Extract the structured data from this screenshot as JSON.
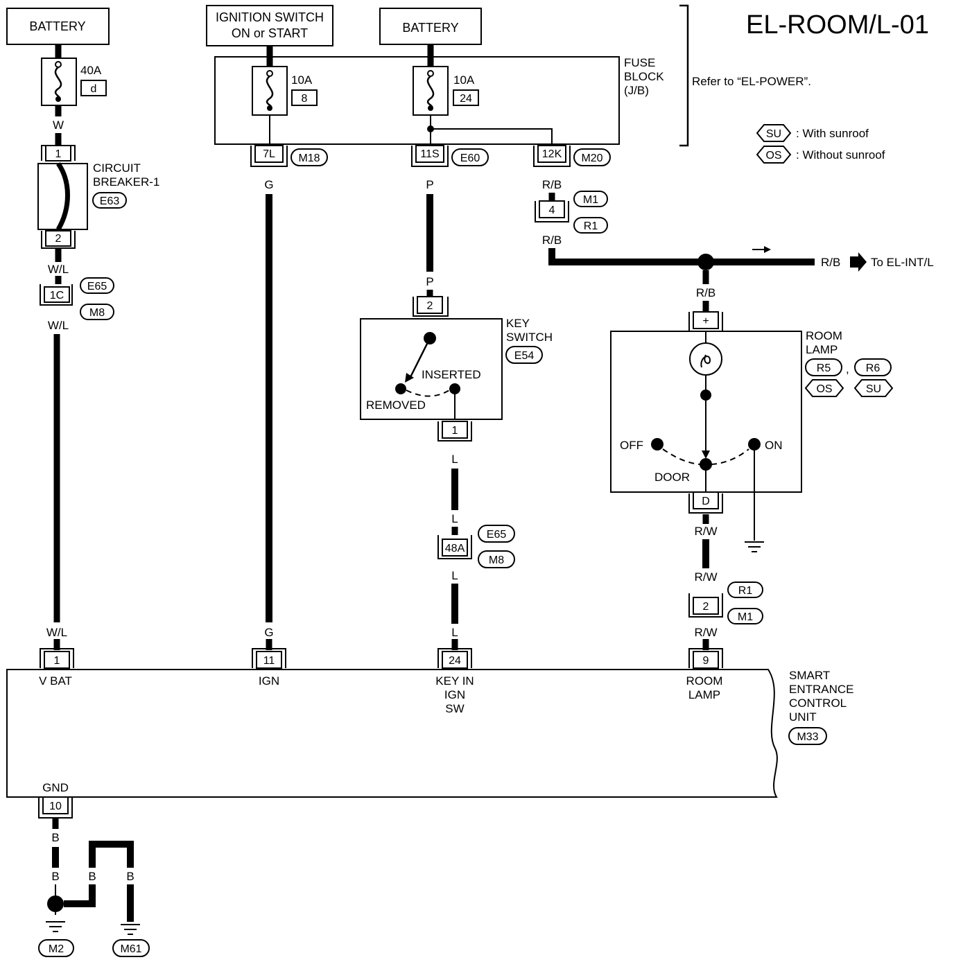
{
  "title": "EL-ROOM/L-01",
  "refer_note": "Refer to “EL-POWER”.",
  "legend": [
    {
      "code": "SU",
      "text": ": With sunroof"
    },
    {
      "code": "OS",
      "text": ": Without sunroof"
    }
  ],
  "sources": {
    "battery_left": "BATTERY",
    "ign_line1": "IGNITION SWITCH",
    "ign_line2": "ON or START",
    "battery_mid": "BATTERY"
  },
  "fuses": {
    "main_rating": "40A",
    "main_id": "d",
    "f8_rating": "10A",
    "f8_id": "8",
    "f24_rating": "10A",
    "f24_id": "24"
  },
  "fuse_block": {
    "line1": "FUSE",
    "line2": "BLOCK",
    "line3": "(J/B)"
  },
  "circuit_breaker": {
    "line1": "CIRCUIT",
    "line2": "BREAKER-1",
    "conn": "E63",
    "pin_top": "1",
    "pin_bottom": "2"
  },
  "key_switch": {
    "line1": "KEY",
    "line2": "SWITCH",
    "conn": "E54",
    "pin_top": "2",
    "pin_bottom": "1",
    "inserted": "INSERTED",
    "removed": "REMOVED"
  },
  "room_lamp": {
    "line1": "ROOM",
    "line2": "LAMP",
    "conn1": "R5",
    "conn1_tag": "OS",
    "sep": ",",
    "conn2": "R6",
    "conn2_tag": "SU",
    "pin_top": "+",
    "pin_bottom": "D",
    "off": "OFF",
    "on": "ON",
    "door": "DOOR"
  },
  "unit": {
    "line1": "SMART",
    "line2": "ENTRANCE",
    "line3": "CONTROL",
    "line4": "UNIT",
    "conn": "M33",
    "pins": [
      {
        "num": "1",
        "label1": "V BAT",
        "label2": "",
        "label3": ""
      },
      {
        "num": "11",
        "label1": "IGN",
        "label2": "",
        "label3": ""
      },
      {
        "num": "24",
        "label1": "KEY IN",
        "label2": "IGN",
        "label3": "SW"
      },
      {
        "num": "9",
        "label1": "ROOM",
        "label2": "LAMP",
        "label3": ""
      }
    ],
    "gnd_label": "GND",
    "gnd_pin": "10"
  },
  "connectors": {
    "jb_7l": "7L",
    "jb_7l_conn": "M18",
    "jb_11s": "11S",
    "jb_11s_conn": "E60",
    "jb_12k": "12K",
    "jb_12k_conn": "M20",
    "c4": "4",
    "c4_a": "M1",
    "c4_b": "R1",
    "c1c": "1C",
    "c1c_a": "E65",
    "c1c_b": "M8",
    "c48a": "48A",
    "c48a_a": "E65",
    "c48a_b": "M8",
    "c2": "2",
    "c2_a": "R1",
    "c2_b": "M1"
  },
  "wires": {
    "w": "W",
    "wl1": "W/L",
    "wl2": "W/L",
    "wl3": "W/L",
    "g1": "G",
    "g2": "G",
    "p1": "P",
    "p2": "P",
    "rb1": "R/B",
    "rb2": "R/B",
    "rb3": "R/B",
    "rb4": "R/B",
    "to_int": "To EL-INT/L",
    "l1": "L",
    "l2": "L",
    "l3": "L",
    "l4": "L",
    "rw1": "R/W",
    "rw2": "R/W",
    "rw3": "R/W",
    "b1": "B",
    "b2": "B",
    "b3": "B",
    "b4": "B"
  },
  "grounds": {
    "g1": "M2",
    "g2": "M61"
  }
}
